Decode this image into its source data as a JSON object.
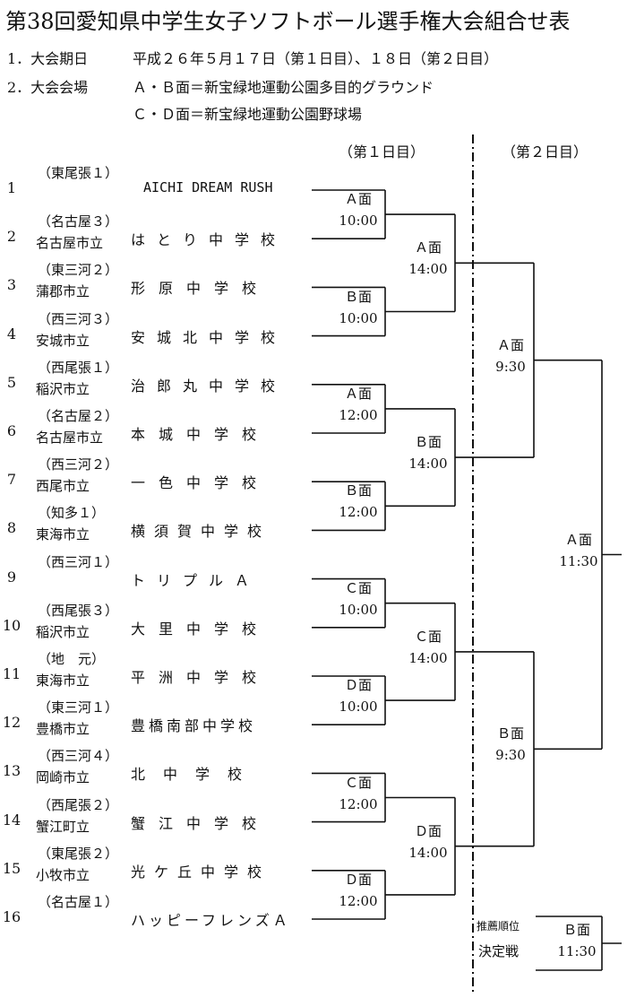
{
  "title": "第38回愛知県中学生女子ソフトボール選手権大会組合せ表",
  "info": [
    {
      "label": "1．大会期日",
      "value": "平成２６年５月１７日（第１日目）、１８日（第２日目）"
    },
    {
      "label": "2．大会会場",
      "value": "Ａ・Ｂ面＝新宝緑地運動公園多目的グラウンド"
    },
    {
      "label": "",
      "value": "Ｃ・Ｄ面＝新宝緑地運動公園野球場"
    }
  ],
  "day1_label": "（第１日目）",
  "day2_label": "（第２日目）",
  "teams": [
    {
      "num": "1",
      "region": "（東尾張１）",
      "city": "",
      "name": "AICHI DREAM RUSH"
    },
    {
      "num": "2",
      "region": "（名古屋３）",
      "city": "名古屋市立",
      "name": "はとり中学校"
    },
    {
      "num": "3",
      "region": "（東三河２）",
      "city": "蒲郡市立",
      "name": "形原中学校"
    },
    {
      "num": "4",
      "region": "（西三河３）",
      "city": "安城市立",
      "name": "安城北中学校"
    },
    {
      "num": "5",
      "region": "（西尾張１）",
      "city": "稲沢市立",
      "name": "治郎丸中学校"
    },
    {
      "num": "6",
      "region": "（名古屋２）",
      "city": "名古屋市立",
      "name": "本城中学校"
    },
    {
      "num": "7",
      "region": "（西三河２）",
      "city": "西尾市立",
      "name": "一色中学校"
    },
    {
      "num": "8",
      "region": "（知多１）",
      "city": "東海市立",
      "name": "横須賀中学校"
    },
    {
      "num": "9",
      "region": "（西三河１）",
      "city": "",
      "name": "トリプルＡ"
    },
    {
      "num": "10",
      "region": "（西尾張３）",
      "city": "稲沢市立",
      "name": "大里中学校"
    },
    {
      "num": "11",
      "region": "（地　元）",
      "city": "東海市立",
      "name": "平洲中学校"
    },
    {
      "num": "12",
      "region": "（東三河１）",
      "city": "豊橋市立",
      "name": "豊橋南部中学校"
    },
    {
      "num": "13",
      "region": "（西三河４）",
      "city": "岡崎市立",
      "name": "北中学校"
    },
    {
      "num": "14",
      "region": "（西尾張２）",
      "city": "蟹江町立",
      "name": "蟹江中学校"
    },
    {
      "num": "15",
      "region": "（東尾張２）",
      "city": "小牧市立",
      "name": "光ケ丘中学校"
    },
    {
      "num": "16",
      "region": "（名古屋１）",
      "city": "",
      "name": "ハッピーフレンズＡ"
    }
  ],
  "round1": [
    {
      "field": "Ａ面",
      "time": "10:00"
    },
    {
      "field": "Ｂ面",
      "time": "10:00"
    },
    {
      "field": "Ａ面",
      "time": "12:00"
    },
    {
      "field": "Ｂ面",
      "time": "12:00"
    },
    {
      "field": "Ｃ面",
      "time": "10:00"
    },
    {
      "field": "Ｄ面",
      "time": "10:00"
    },
    {
      "field": "Ｃ面",
      "time": "12:00"
    },
    {
      "field": "Ｄ面",
      "time": "12:00"
    }
  ],
  "round2": [
    {
      "field": "Ａ面",
      "time": "14:00"
    },
    {
      "field": "Ｂ面",
      "time": "14:00"
    },
    {
      "field": "Ｃ面",
      "time": "14:00"
    },
    {
      "field": "Ｄ面",
      "time": "14:00"
    }
  ],
  "semis": [
    {
      "field": "Ａ面",
      "time": "9:30"
    },
    {
      "field": "Ｂ面",
      "time": "9:30"
    }
  ],
  "final": {
    "field": "Ａ面",
    "time": "11:30"
  },
  "placement": {
    "label1": "推薦順位",
    "label2": "決定戦",
    "field": "Ｂ面",
    "time": "11:30"
  }
}
